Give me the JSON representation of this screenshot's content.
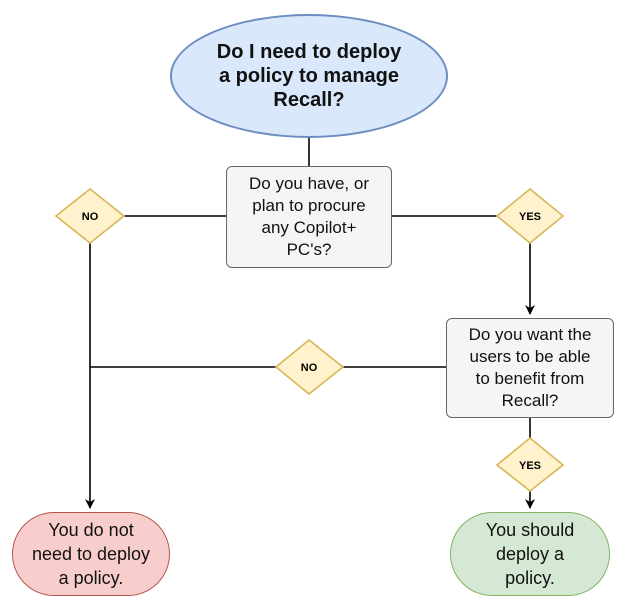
{
  "start": {
    "text": "Do I need to deploy\na policy to manage\nRecall?"
  },
  "question_copilot": {
    "text": "Do you have, or\nplan to procure\nany Copilot+\nPC's?"
  },
  "question_benefit": {
    "text": "Do you want the\nusers to be able\nto benefit from\nRecall?"
  },
  "decisions": {
    "copilot_no": "NO",
    "copilot_yes": "YES",
    "benefit_no": "NO",
    "benefit_yes": "YES"
  },
  "outcomes": {
    "no_policy": "You do not\nneed to deploy\na policy.",
    "deploy_policy": "You should\ndeploy a\npolicy."
  },
  "colors": {
    "start_fill": "#dae8fc",
    "start_border": "#6c8ebf",
    "process_fill": "#f5f5f5",
    "decision_fill": "#fff2cc",
    "decision_border": "#d6b656",
    "no_fill": "#f8cecc",
    "no_border": "#b85450",
    "yes_fill": "#d5e8d4",
    "yes_border": "#82b366"
  }
}
